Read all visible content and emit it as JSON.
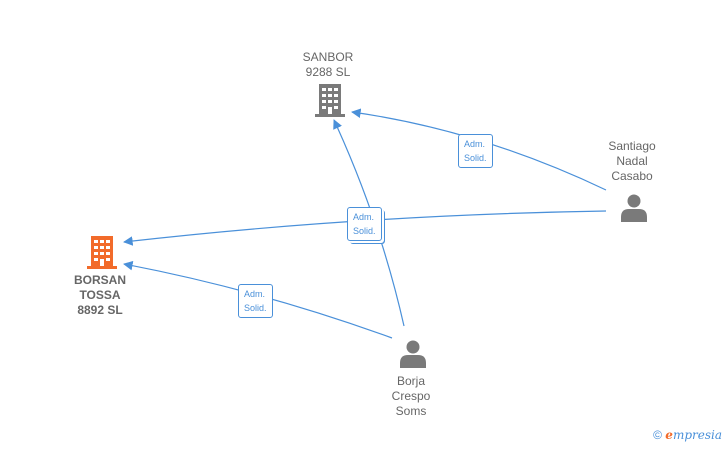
{
  "nodes": {
    "sanbor": {
      "label": "SANBOR\n9288  SL",
      "icon": "building-icon",
      "color": "#7a7a7a"
    },
    "borsan": {
      "label": "BORSAN\nTOSSA\n8892  SL",
      "icon": "building-icon",
      "color": "#f26b2a"
    },
    "santiago": {
      "label": "Santiago\nNadal\nCasabo",
      "icon": "person-icon",
      "color": "#7a7a7a"
    },
    "borja": {
      "label": "Borja\nCrespo\nSoms",
      "icon": "person-icon",
      "color": "#7a7a7a"
    }
  },
  "edges": {
    "santiago_sanbor": "Adm.\nSolid.",
    "center": "Adm.\nSolid.",
    "borja_borsan": "Adm.\nSolid."
  },
  "colors": {
    "edge": "#4a90d9",
    "label": "#666666"
  },
  "footer": {
    "copyright": "©",
    "brand_e": "e",
    "brand_rest": "mpresia"
  }
}
